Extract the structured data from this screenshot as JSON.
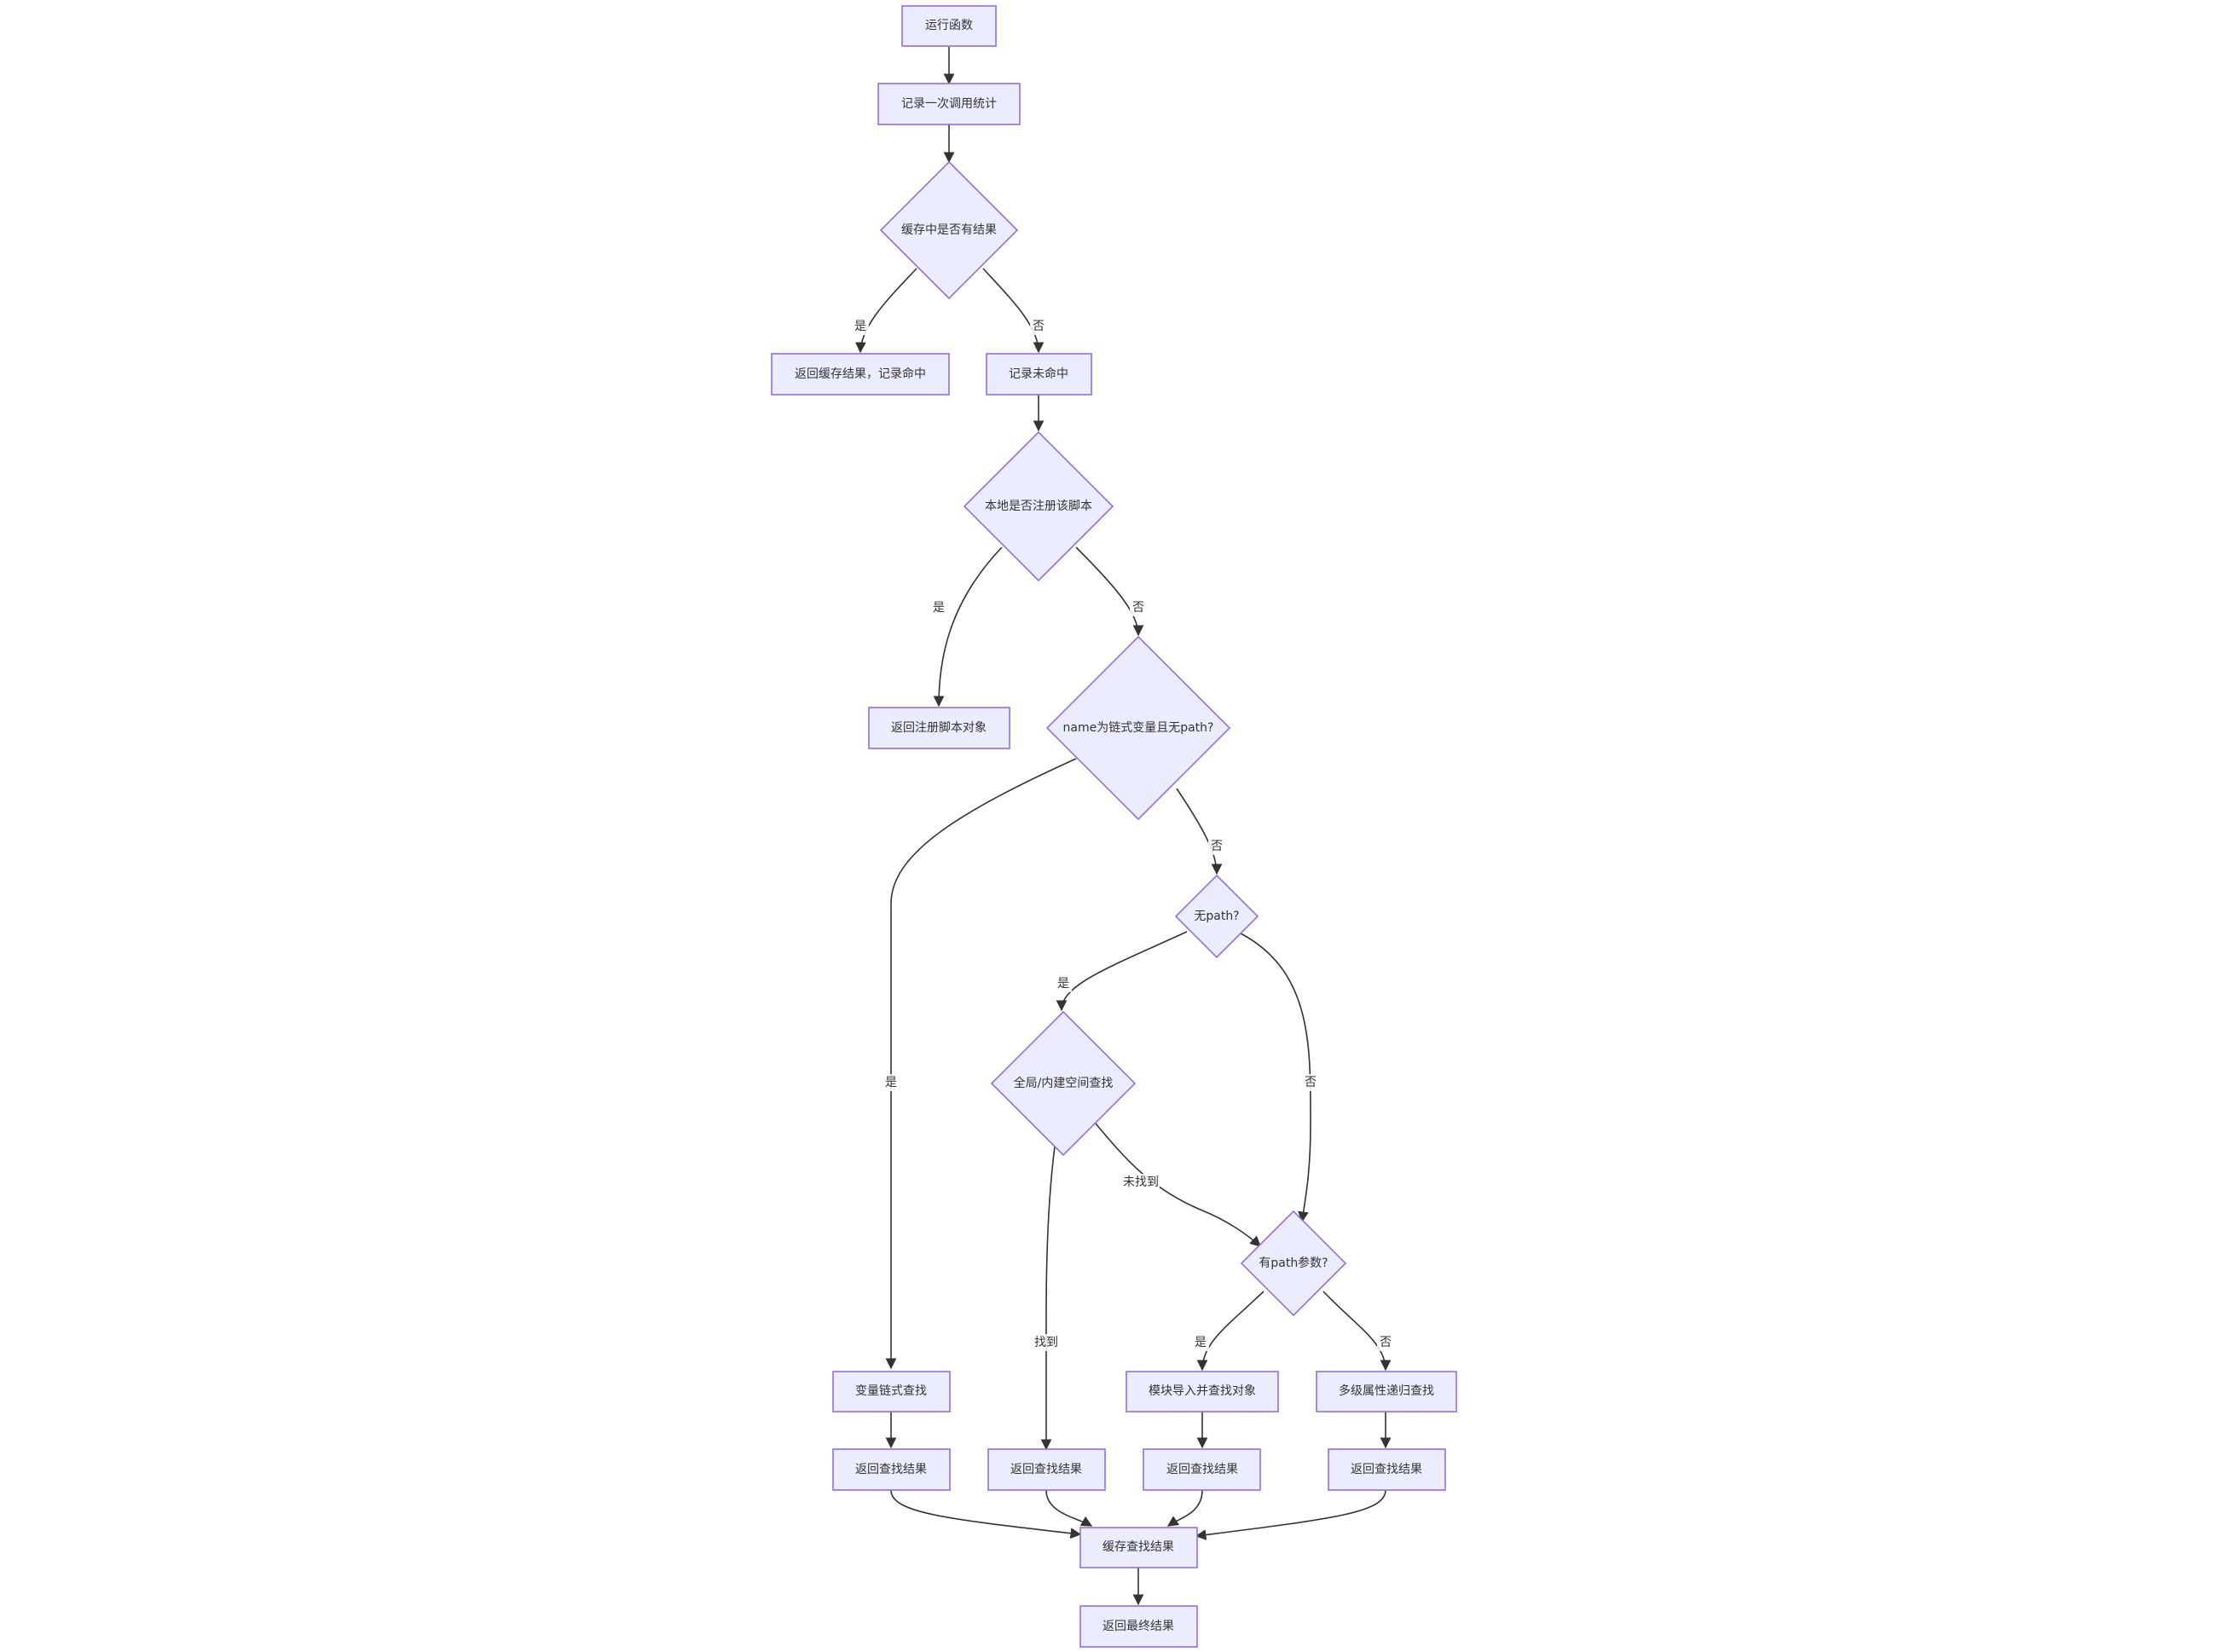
{
  "diagram": {
    "nodes": {
      "run_function": "运行函数",
      "record_call": "记录一次调用统计",
      "cache_has_result": "缓存中是否有结果",
      "return_cache": "返回缓存结果，记录命中",
      "record_miss": "记录未命中",
      "local_registered": "本地是否注册该脚本",
      "return_registered": "返回注册脚本对象",
      "chain_no_path": "name为链式变量且无path?",
      "no_path": "无path?",
      "global_builtin_lookup": "全局/内建空间查找",
      "has_path_param": "有path参数?",
      "var_chain_lookup": "变量链式查找",
      "module_import_lookup": "模块导入并查找对象",
      "multilevel_lookup": "多级属性递归查找",
      "return_result_1": "返回查找结果",
      "return_result_2": "返回查找结果",
      "return_result_3": "返回查找结果",
      "return_result_4": "返回查找结果",
      "cache_result": "缓存查找结果",
      "return_final": "返回最终结果"
    },
    "edge_labels": {
      "cache_yes": "是",
      "cache_no": "否",
      "local_yes": "是",
      "local_no": "否",
      "chain_yes": "是",
      "chain_no": "否",
      "nopath_yes": "是",
      "nopath_no": "否",
      "global_found": "找到",
      "global_not_found": "未找到",
      "haspath_yes": "是",
      "haspath_no": "否"
    }
  }
}
